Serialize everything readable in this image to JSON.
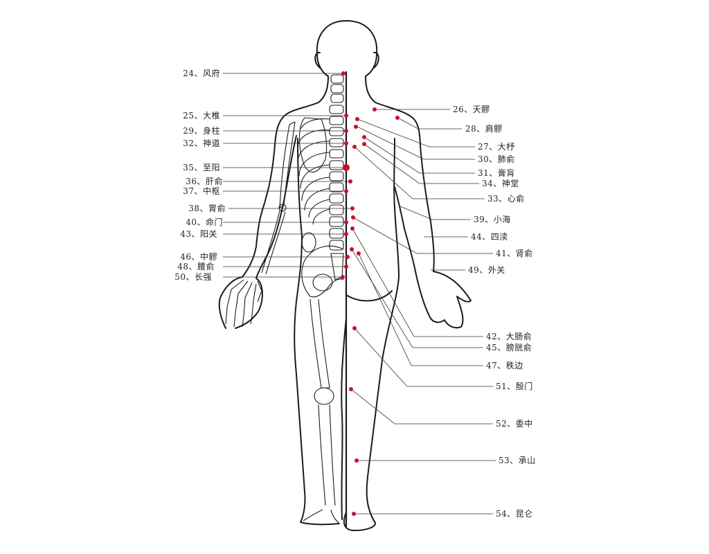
{
  "colors": {
    "point": "#c8102e",
    "outline": "#1a1a1a",
    "leader": "#333333"
  },
  "left_labels": [
    {
      "id": "24",
      "text": "24、风府"
    },
    {
      "id": "25",
      "text": "25、大椎"
    },
    {
      "id": "29",
      "text": "29、身柱"
    },
    {
      "id": "32",
      "text": "32、神道"
    },
    {
      "id": "35",
      "text": "35、至阳"
    },
    {
      "id": "36",
      "text": "36、肝俞"
    },
    {
      "id": "37",
      "text": "37、中枢"
    },
    {
      "id": "38",
      "text": "38、胃俞"
    },
    {
      "id": "40",
      "text": "40、命门"
    },
    {
      "id": "43",
      "text": "43、阳关"
    },
    {
      "id": "46",
      "text": "46、中髎"
    },
    {
      "id": "48",
      "text": "48、腰俞"
    },
    {
      "id": "50",
      "text": "50、长强"
    }
  ],
  "right_labels": [
    {
      "id": "26",
      "text": "26、天髎"
    },
    {
      "id": "28",
      "text": "28、肩髎"
    },
    {
      "id": "27",
      "text": "27、大杼"
    },
    {
      "id": "30",
      "text": "30、肺俞"
    },
    {
      "id": "31",
      "text": "31、膏肓"
    },
    {
      "id": "34",
      "text": "34、神堂"
    },
    {
      "id": "33",
      "text": "33、心俞"
    },
    {
      "id": "39",
      "text": "39、小海"
    },
    {
      "id": "44",
      "text": "44、四渎"
    },
    {
      "id": "41",
      "text": "41、肾俞"
    },
    {
      "id": "49",
      "text": "49、外关"
    },
    {
      "id": "42",
      "text": "42、大肠俞"
    },
    {
      "id": "45",
      "text": "45、膀胱俞"
    },
    {
      "id": "47",
      "text": "47、秩边"
    },
    {
      "id": "51",
      "text": "51、殷门"
    },
    {
      "id": "52",
      "text": "52、委中"
    },
    {
      "id": "53",
      "text": "53、承山"
    },
    {
      "id": "54",
      "text": "54、昆仑"
    }
  ]
}
